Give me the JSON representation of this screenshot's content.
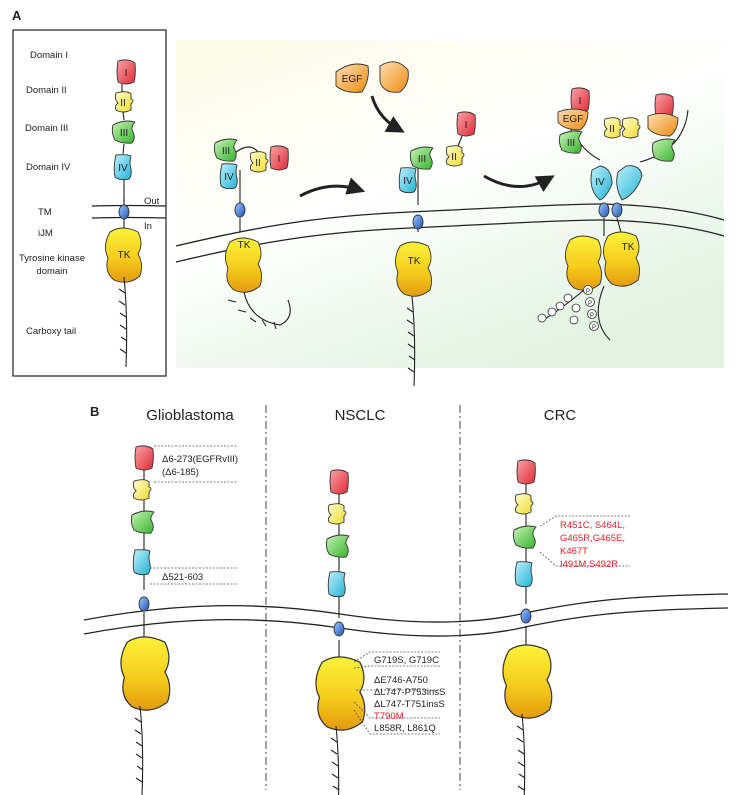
{
  "panel_a": {
    "letter": "A",
    "labels": {
      "domain_1": "Domain I",
      "domain_2": "Domain II",
      "domain_3": "Domain III",
      "domain_4": "Domain IV",
      "tm": "TM",
      "ijm": "iJM",
      "tk_domain": "Tyrosine kinase domain",
      "carboxy": "Carboxy tail",
      "out": "Out",
      "in": "In"
    },
    "glyphs": {
      "d1": "I",
      "d2": "II",
      "d3": "III",
      "d4": "IV",
      "tk": "TK",
      "egf": "EGF",
      "p": "P"
    }
  },
  "panel_b": {
    "letter": "B",
    "columns": [
      {
        "title": "Glioblastoma",
        "mutations": [
          {
            "text": "Δ6-273(EGFRvIII)",
            "color": "#222222"
          },
          {
            "text": "(Δ6-185)",
            "color": "#222222"
          },
          {
            "text": "Δ521-603",
            "color": "#222222"
          }
        ]
      },
      {
        "title": "NSCLC",
        "mutations": [
          {
            "text": "G719S, G719C",
            "color": "#222222"
          },
          {
            "text": "ΔE746-A750",
            "color": "#222222"
          },
          {
            "text": "ΔL747-P753insS",
            "color": "#222222"
          },
          {
            "text": "ΔL747-T751insS",
            "color": "#222222"
          },
          {
            "text": "T790M",
            "color": "#e8202a"
          },
          {
            "text": "L858R, L861Q",
            "color": "#222222"
          }
        ]
      },
      {
        "title": "CRC",
        "mutations": [
          {
            "text": "R451C, S464L,",
            "color": "#e8202a"
          },
          {
            "text": "G465R,G465E,",
            "color": "#e8202a"
          },
          {
            "text": "K467T",
            "color": "#e8202a"
          },
          {
            "text": "I491M,S492R",
            "color": "#e8202a"
          }
        ]
      }
    ]
  },
  "colors": {
    "domain_1": "#e8424b",
    "domain_2": "#f4e454",
    "domain_3": "#5cc94a",
    "domain_4": "#3ec4e0",
    "tm": "#2f6fd0",
    "tk": "#f2b81a",
    "egf": "#f09a1c",
    "mutation_red": "#e8202a"
  }
}
